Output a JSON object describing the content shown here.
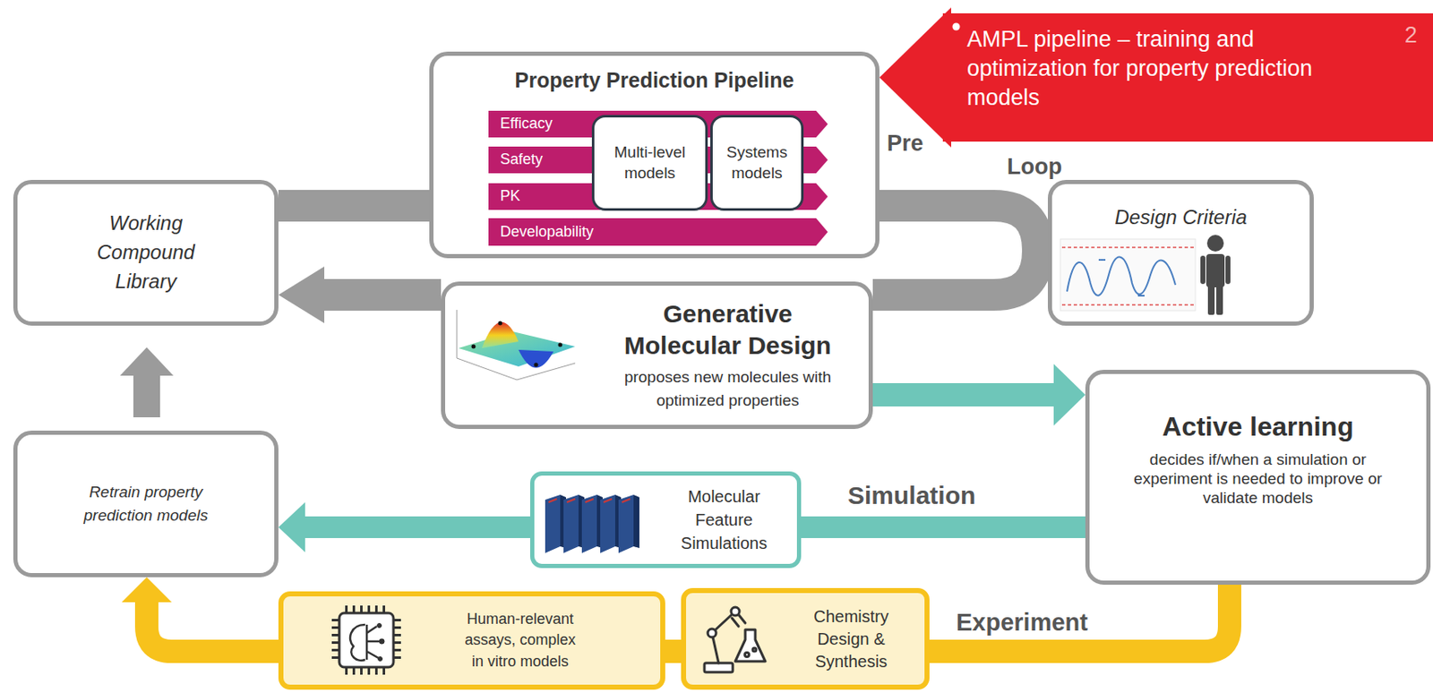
{
  "diagram": {
    "nodes": [
      {
        "text": [
          "Property Prediction Pipeline"
        ]
      },
      {
        "text": [
          "Efficacy"
        ],
        "in": 0
      },
      {
        "text": [
          "Safety"
        ],
        "in": 0
      },
      {
        "text": [
          "PK"
        ],
        "in": 0
      },
      {
        "text": [
          "Developability"
        ],
        "in": 0
      },
      {
        "text": [
          "Multi-level models"
        ],
        "in": 0
      },
      {
        "text": [
          "Systems models"
        ],
        "in": 0
      },
      {
        "text": [
          "AMPL pipeline – training and optimization for property prediction models",
          "2"
        ]
      },
      {
        "text": [
          "Working Compound Library"
        ]
      },
      {
        "text": [
          "Design Criteria"
        ]
      },
      {
        "text": [
          "Generative Molecular Design",
          "proposes new molecules with optimized properties"
        ]
      },
      {
        "text": [
          "Active learning",
          "decides if/when a simulation or experiment is needed to improve or validate models"
        ]
      },
      {
        "text": [
          "Retrain property prediction models"
        ]
      },
      {
        "text": [
          "Molecular Feature Simulations"
        ]
      },
      {
        "text": [
          "Human-relevant assays, complex in vitro models"
        ]
      },
      {
        "text": [
          "Chemistry Design & Synthesis"
        ]
      }
    ],
    "edges": [
      {
        "from": 7,
        "to": 0,
        "arrow": "to"
      },
      {
        "from": 8,
        "to": 0,
        "arrow": "none"
      },
      {
        "from": 0,
        "to": 10,
        "arrow": "none"
      },
      {
        "from": 10,
        "to": 8,
        "arrow": "to"
      },
      {
        "from": 10,
        "to": 11,
        "arrow": "to"
      },
      {
        "from": 11,
        "to": 13,
        "arrow": "none",
        "label": "Simulation"
      },
      {
        "from": 13,
        "to": 12,
        "arrow": "to"
      },
      {
        "from": 11,
        "to": 15,
        "arrow": "none",
        "label": "Experiment"
      },
      {
        "from": 15,
        "to": 14,
        "arrow": "none"
      },
      {
        "from": 14,
        "to": 12,
        "arrow": "to"
      },
      {
        "from": 12,
        "to": 8,
        "arrow": "to"
      }
    ],
    "labels": [
      "Pre",
      "Loop"
    ]
  }
}
